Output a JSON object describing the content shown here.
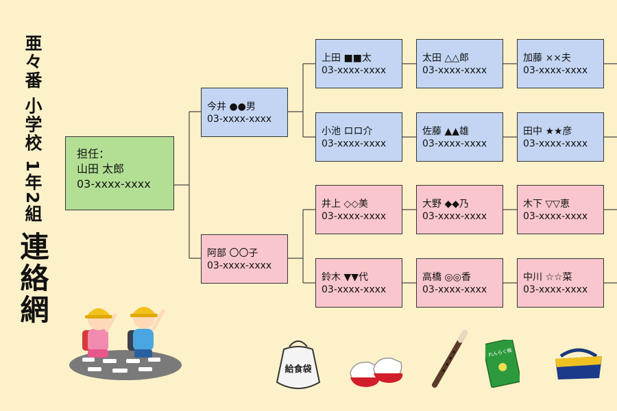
{
  "title": {
    "school": "亜々番 小学校 1年2組",
    "main": "連絡網"
  },
  "teacher": {
    "role": "担任：",
    "name": "山田 太郎",
    "tel": "03-xxxx-xxxx"
  },
  "groups": [
    {
      "leader": {
        "name": "今井 ●●男",
        "tel": "03-xxxx-xxxx"
      },
      "rows": [
        [
          {
            "name": "上田 ■■太",
            "tel": "03-xxxx-xxxx"
          },
          {
            "name": "太田 △△郎",
            "tel": "03-xxxx-xxxx"
          },
          {
            "name": "加藤 ××夫",
            "tel": "03-xxxx-xxxx"
          }
        ],
        [
          {
            "name": "小池 ロロ介",
            "tel": "03-xxxx-xxxx"
          },
          {
            "name": "佐藤 ▲▲雄",
            "tel": "03-xxxx-xxxx"
          },
          {
            "name": "田中 ★★彦",
            "tel": "03-xxxx-xxxx"
          }
        ]
      ]
    },
    {
      "leader": {
        "name": "阿部 〇〇子",
        "tel": "03-xxxx-xxxx"
      },
      "rows": [
        [
          {
            "name": "井上 ◇◇美",
            "tel": "03-xxxx-xxxx"
          },
          {
            "name": "大野 ◆◆乃",
            "tel": "03-xxxx-xxxx"
          },
          {
            "name": "木下 ▽▽恵",
            "tel": "03-xxxx-xxxx"
          }
        ],
        [
          {
            "name": "鈴木 ▼▼代",
            "tel": "03-xxxx-xxxx"
          },
          {
            "name": "高橋 ◎◎香",
            "tel": "03-xxxx-xxxx"
          },
          {
            "name": "中川 ☆☆菜",
            "tel": "03-xxxx-xxxx"
          }
        ]
      ]
    }
  ],
  "icons": {
    "lunch_bag_text": "給食袋",
    "notebook_text": "れんらく帳"
  },
  "colors": {
    "background": "#fdf1c9",
    "boy": "#c4d5f3",
    "girl": "#f8c6cc",
    "teacher": "#b3df94"
  }
}
